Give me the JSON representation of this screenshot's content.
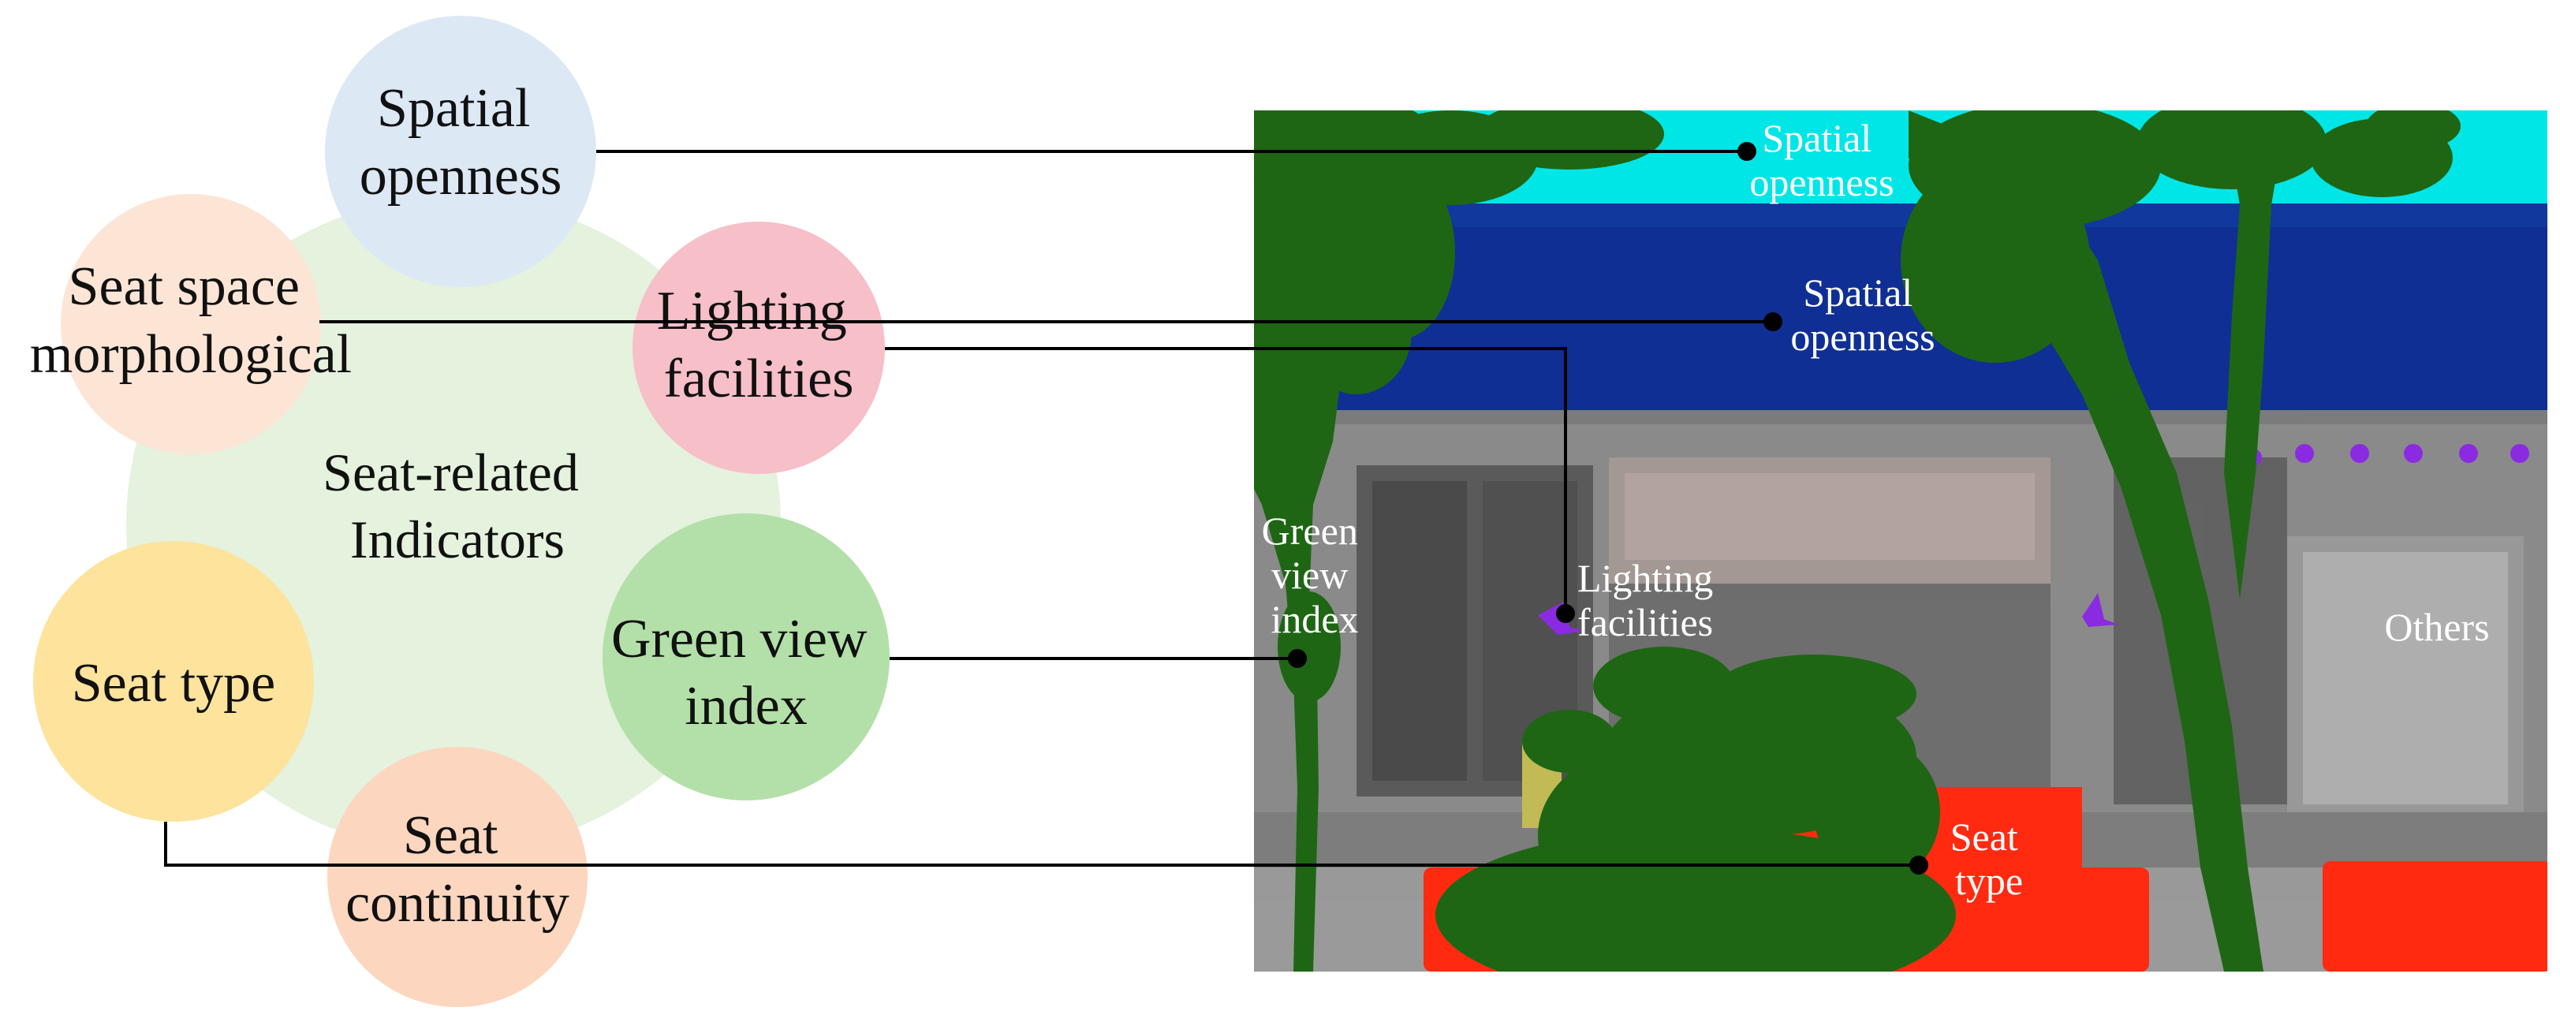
{
  "center": {
    "line1": "Seat-related",
    "line2": "Indicators"
  },
  "circles": {
    "spatial_openness": {
      "line1": "Spatial",
      "line2": "openness",
      "color": "#dde8f5"
    },
    "lighting_facilities": {
      "line1": "Lighting",
      "line2": "facilities",
      "color": "#f7bfc8"
    },
    "green_view_index": {
      "line1": "Green view",
      "line2": "index",
      "color": "#b3e0a8"
    },
    "seat_continuity": {
      "line1": "Seat",
      "line2": "continuity",
      "color": "#fcd6be"
    },
    "seat_type": {
      "line1": "Seat type",
      "color": "#fde39c"
    },
    "seat_space_morphological": {
      "line1": "Seat space",
      "line2": "morphological",
      "color": "#fde5d6"
    }
  },
  "photo_labels": {
    "sky": {
      "line1": "Spatial",
      "line2": "openness"
    },
    "building": {
      "line1": "Spatial",
      "line2": "openness"
    },
    "green": {
      "line1": "Green",
      "line2": "view",
      "line3": "index"
    },
    "lighting": {
      "line1": "Lighting",
      "line2": "facilities"
    },
    "seat": {
      "line1": "Seat",
      "line2": "type"
    },
    "others": {
      "line1": "Others"
    }
  },
  "segmentation_colors": {
    "sky": "#00e6e6",
    "building": "#0a2a8c",
    "vegetation": "#1e6614",
    "facade": "#8a8a8a",
    "seat": "#ff2a10",
    "lamp": "#8a2be2"
  },
  "center_circle_color": "#e4f2de"
}
